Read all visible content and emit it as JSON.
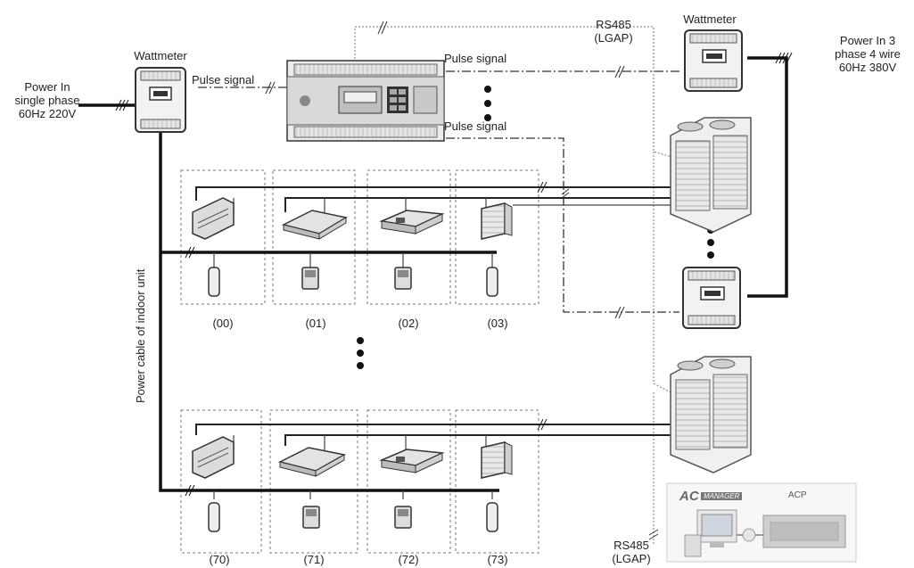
{
  "labels": {
    "wattmeter_left": "Wattmeter",
    "wattmeter_right": "Wattmeter",
    "power_in_left": [
      "Power In",
      "single phase",
      "60Hz 220V"
    ],
    "power_in_right": [
      "Power In 3",
      "phase 4 wire",
      "60Hz 380V"
    ],
    "pulse_signal_1": "Pulse signal",
    "pulse_signal_2": "Pulse signal",
    "pulse_signal_3": "Pulse signal",
    "rs485_top": [
      "RS485",
      "(LGAP)"
    ],
    "rs485_bottom": [
      "RS485",
      "(LGAP)"
    ],
    "power_cable": "Power cable of indoor unit",
    "ac_manager_logo": "AC",
    "ac_manager_sub": "MANAGER",
    "acp": "ACP"
  },
  "indoor_units_top": [
    "(00)",
    "(01)",
    "(02)",
    "(03)"
  ],
  "indoor_units_bottom": [
    "(70)",
    "(71)",
    "(72)",
    "(73)"
  ],
  "colors": {
    "line": "#111111",
    "dash": "#555555",
    "device": "#e6e6e6",
    "device_dark": "#9a9a9a"
  }
}
